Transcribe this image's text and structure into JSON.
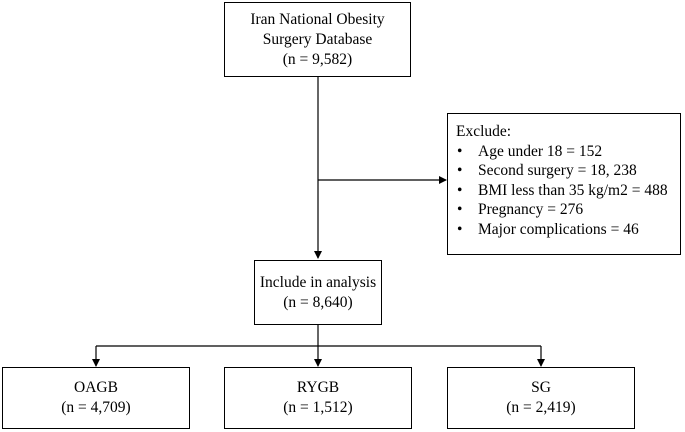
{
  "source_box": {
    "line1": "Iran National Obesity",
    "line2": "Surgery Database",
    "count": "(n = 9,582)"
  },
  "exclude_box": {
    "title": "Exclude:",
    "items": [
      "Age under 18 = 152",
      "Second surgery = 18, 238",
      "BMI less than 35 kg/m2 = 488",
      "Pregnancy = 276",
      "Major complications = 46"
    ],
    "bullet": "•"
  },
  "include_box": {
    "label": "Include in analysis",
    "count": "(n = 8,640)"
  },
  "groups": [
    {
      "label": "OAGB",
      "count": "(n = 4,709)"
    },
    {
      "label": "RYGB",
      "count": "(n = 1,512)"
    },
    {
      "label": "SG",
      "count": "(n = 2,419)"
    }
  ],
  "colors": {
    "line": "#000000",
    "background": "#ffffff"
  }
}
